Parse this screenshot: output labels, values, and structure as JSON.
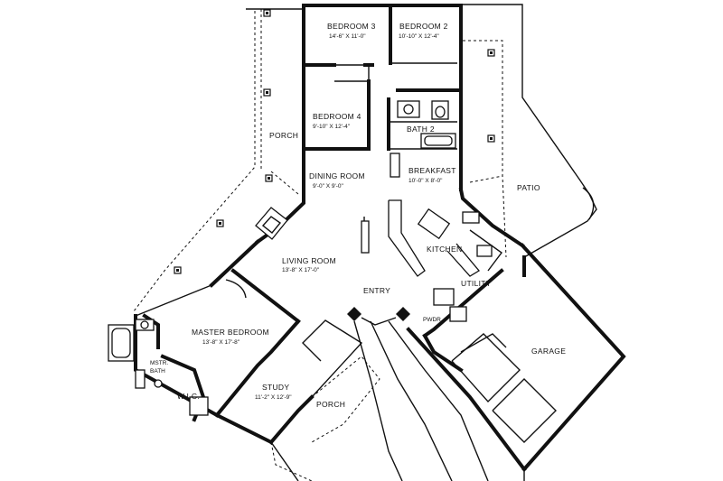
{
  "rooms": {
    "bedroom3": {
      "name": "BEDROOM 3",
      "dim": "14'-6\" X 11'-0\""
    },
    "bedroom2": {
      "name": "BEDROOM 2",
      "dim": "10'-10\" X 12'-4\""
    },
    "bedroom4": {
      "name": "BEDROOM 4",
      "dim": "9'-10\" X 12'-4\""
    },
    "bath2": {
      "name": "BATH 2"
    },
    "breakfast": {
      "name": "BREAKFAST",
      "dim": "10'-0\" X 8'-0\""
    },
    "dining": {
      "name": "DINING ROOM",
      "dim": "9'-0\" X 9'-0\""
    },
    "porch_left": {
      "name": "PORCH"
    },
    "patio": {
      "name": "PATIO"
    },
    "kitchen": {
      "name": "KITCHEN"
    },
    "living": {
      "name": "LIVING ROOM",
      "dim": "13'-8\" X 17'-0\""
    },
    "utility": {
      "name": "UTILITY"
    },
    "entry": {
      "name": "ENTRY"
    },
    "pwdr": {
      "name": "PWDR."
    },
    "master": {
      "name": "MASTER BEDROOM",
      "dim": "13'-8\" X 17'-8\""
    },
    "mstr_bath": {
      "name": "MSTR.",
      "name2": "BATH"
    },
    "wic": {
      "name": "W.I.C."
    },
    "study": {
      "name": "STUDY",
      "dim": "11'-2\" X 12'-9\""
    },
    "porch_front": {
      "name": "PORCH"
    },
    "garage": {
      "name": "GARAGE"
    }
  }
}
